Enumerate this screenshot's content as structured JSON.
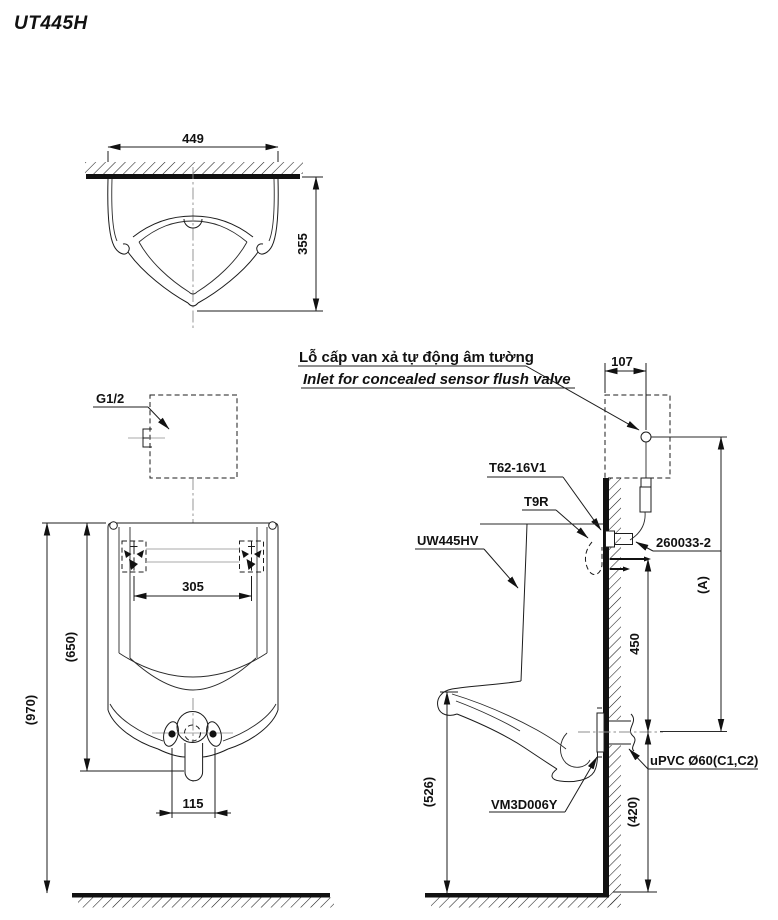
{
  "title": "UT445H",
  "labels": {
    "inlet_note_vi": "Lỗ cấp van xả tự động âm tường",
    "inlet_note_en": "Inlet for concealed sensor flush valve",
    "supply_thread": "G1/2",
    "flush_valve": "T62-16V1",
    "spud": "T9R",
    "urinal_model": "UW445HV",
    "hose_part": "260033-2",
    "drain_pipe": "uPVC Ø60(C1,C2)",
    "outlet_socket": "VM3D006Y"
  },
  "dimensions": {
    "top_width": "449",
    "top_depth": "355",
    "hanger_spacing": "305",
    "spud_center_height": "(650)",
    "overall_height": "(970)",
    "outlet_width": "115",
    "inlet_offset": "107",
    "inlet_height_ref": "(A)",
    "valve_to_outlet": "450",
    "rim_height": "(526)",
    "outlet_height": "(420)"
  }
}
